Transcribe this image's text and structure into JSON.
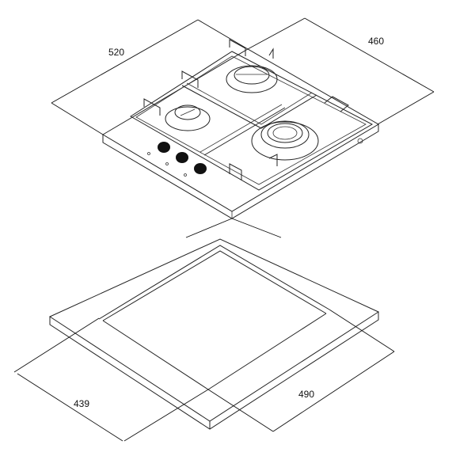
{
  "dimensions": {
    "hob_width": "520",
    "hob_depth": "460",
    "cutout_width": "439",
    "cutout_depth": "490"
  }
}
